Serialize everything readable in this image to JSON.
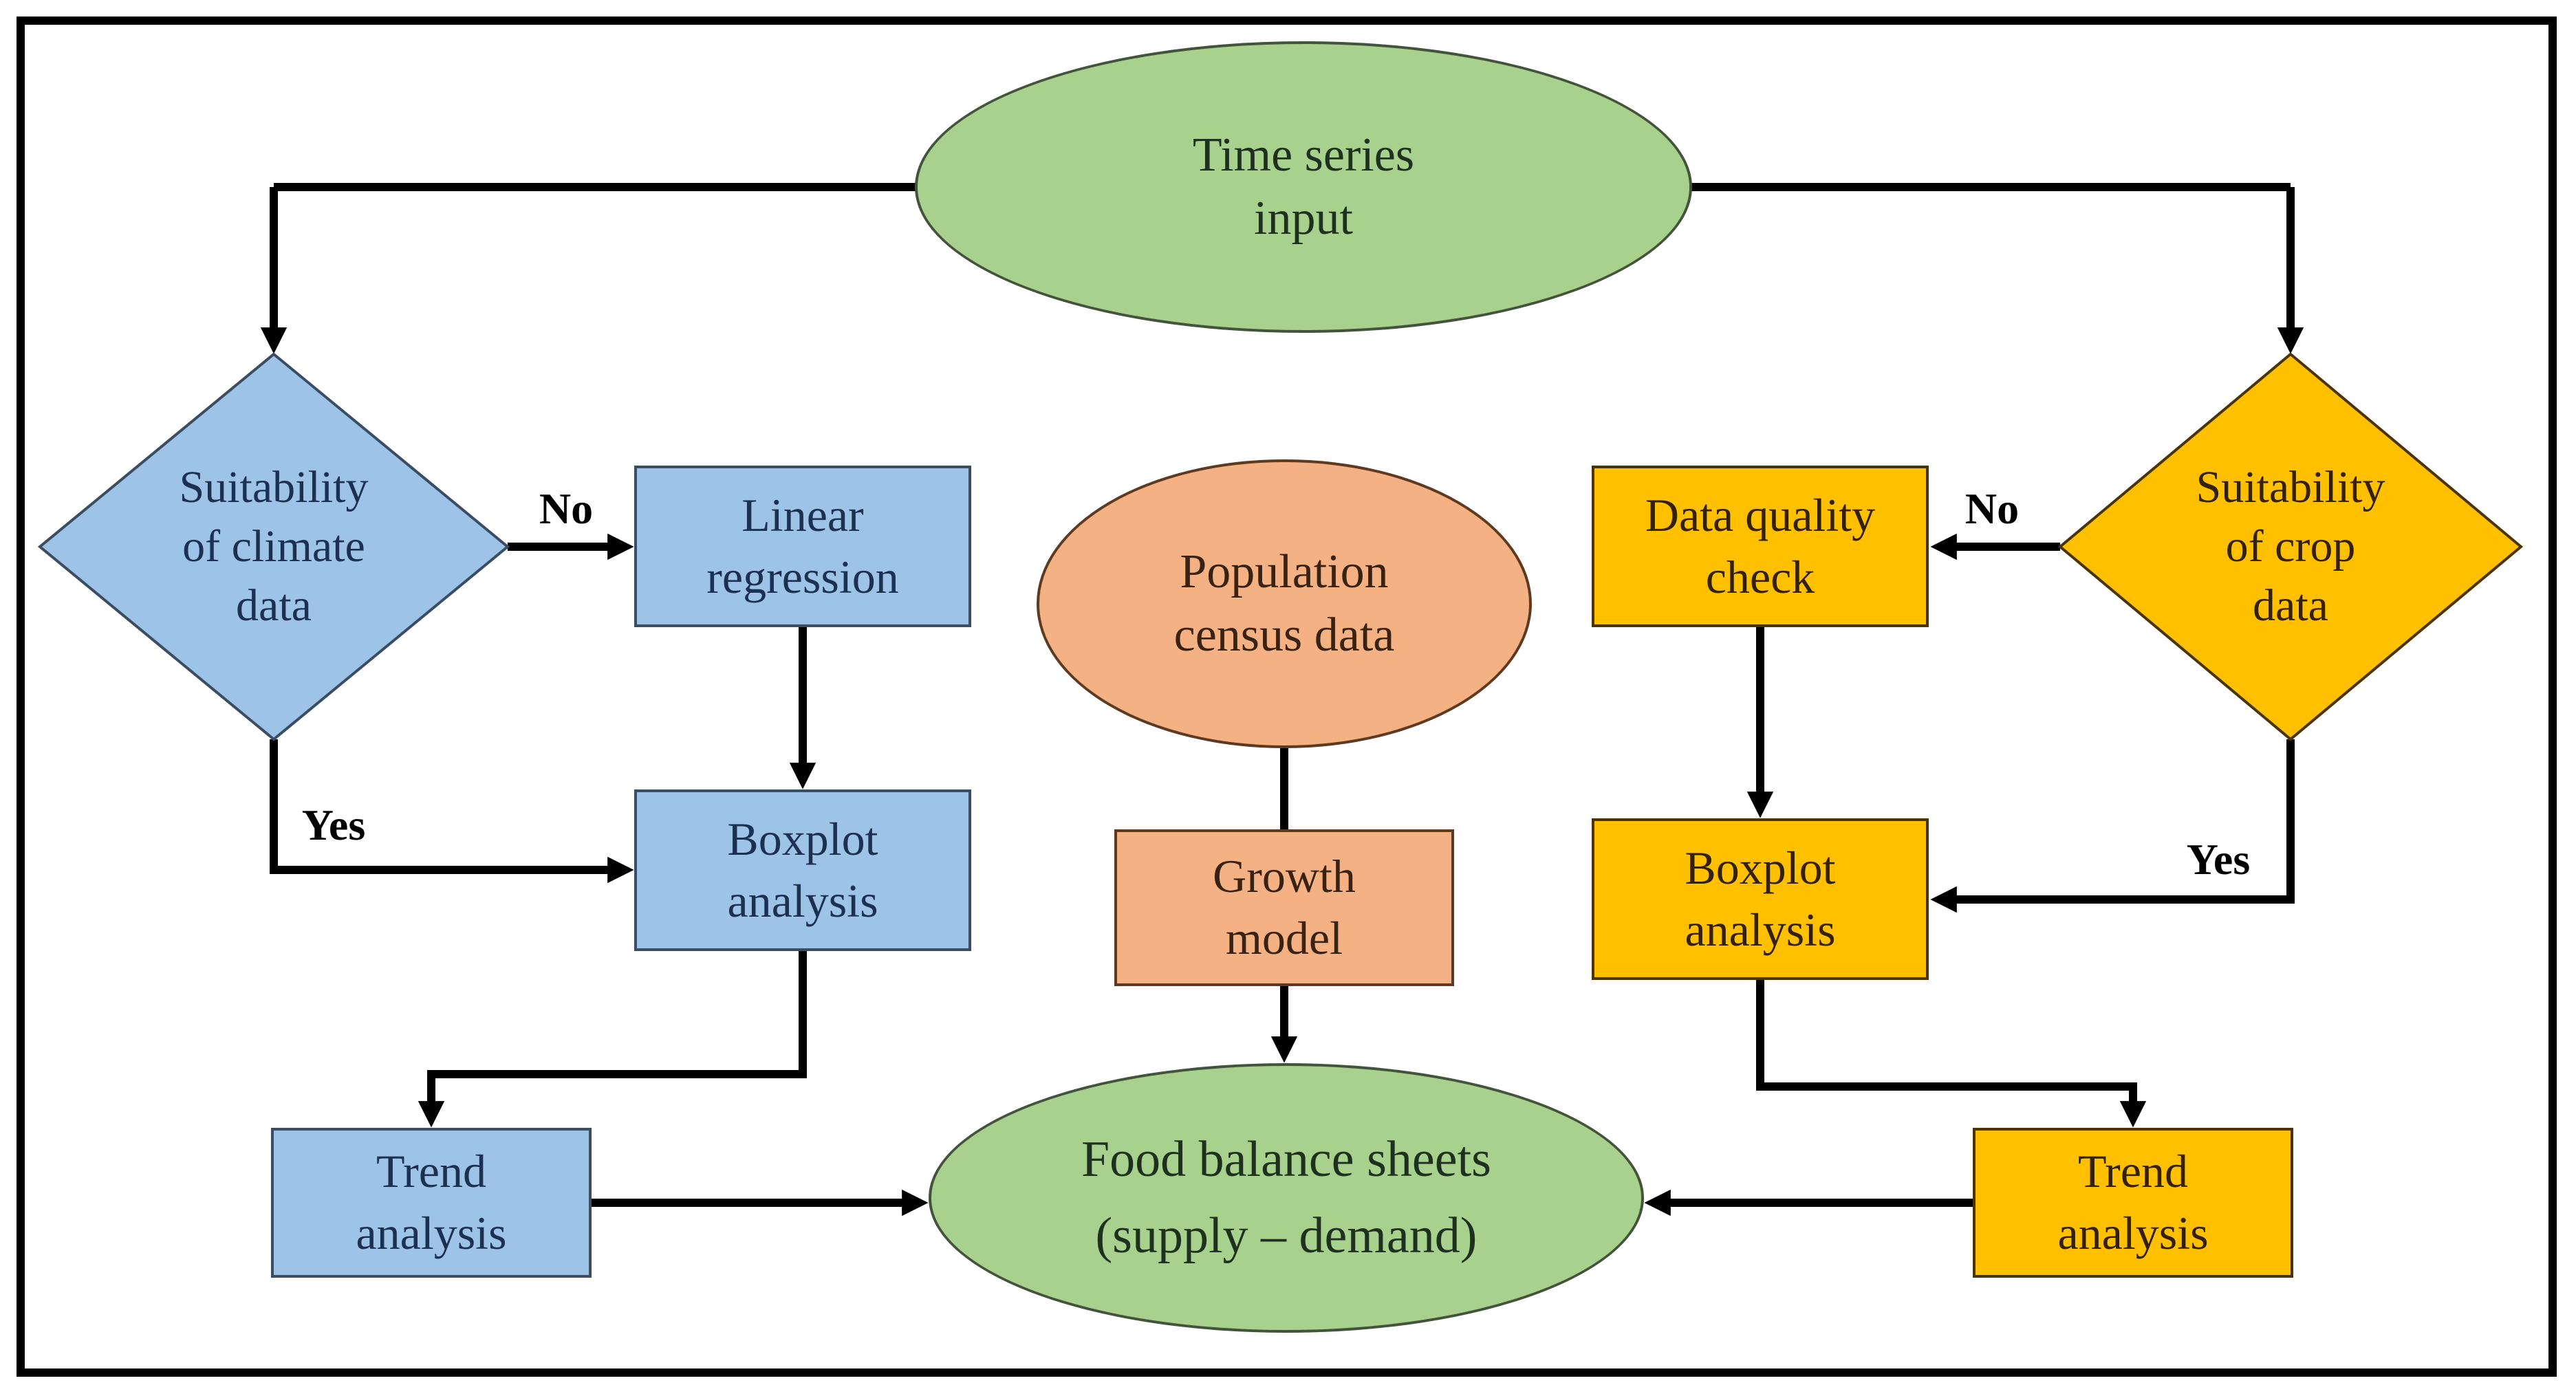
{
  "colors": {
    "green": "#a9d18e",
    "blue": "#9dc3e6",
    "peach": "#f4b183",
    "gold": "#ffc000",
    "line": "#000000"
  },
  "nodes": {
    "time_series": {
      "label": "Time series\ninput",
      "shape": "ellipse",
      "color": "green"
    },
    "suitability_climate": {
      "label": "Suitability\nof climate\ndata",
      "shape": "diamond",
      "color": "blue"
    },
    "linear_regression": {
      "label": "Linear\nregression",
      "shape": "rect",
      "color": "blue"
    },
    "boxplot_left": {
      "label": "Boxplot\nanalysis",
      "shape": "rect",
      "color": "blue"
    },
    "trend_left": {
      "label": "Trend\nanalysis",
      "shape": "rect",
      "color": "blue"
    },
    "population_census": {
      "label": "Population\ncensus data",
      "shape": "ellipse",
      "color": "peach"
    },
    "growth_model": {
      "label": "Growth\nmodel",
      "shape": "rect",
      "color": "peach"
    },
    "food_balance": {
      "label": "Food balance sheets\n(supply – demand)",
      "shape": "ellipse",
      "color": "green"
    },
    "data_quality": {
      "label": "Data quality\ncheck",
      "shape": "rect",
      "color": "gold"
    },
    "suitability_crop": {
      "label": "Suitability\nof crop\ndata",
      "shape": "diamond",
      "color": "gold"
    },
    "boxplot_right": {
      "label": "Boxplot\nanalysis",
      "shape": "rect",
      "color": "gold"
    },
    "trend_right": {
      "label": "Trend\nanalysis",
      "shape": "rect",
      "color": "gold"
    }
  },
  "edge_labels": {
    "left_no": "No",
    "left_yes": "Yes",
    "right_no": "No",
    "right_yes": "Yes"
  },
  "edges": [
    {
      "from": "time_series",
      "to": "suitability_climate",
      "label": ""
    },
    {
      "from": "time_series",
      "to": "suitability_crop",
      "label": ""
    },
    {
      "from": "suitability_climate",
      "to": "linear_regression",
      "label": "No"
    },
    {
      "from": "suitability_climate",
      "to": "boxplot_left",
      "label": "Yes"
    },
    {
      "from": "linear_regression",
      "to": "boxplot_left",
      "label": ""
    },
    {
      "from": "boxplot_left",
      "to": "trend_left",
      "label": ""
    },
    {
      "from": "trend_left",
      "to": "food_balance",
      "label": ""
    },
    {
      "from": "population_census",
      "to": "growth_model",
      "label": ""
    },
    {
      "from": "growth_model",
      "to": "food_balance",
      "label": ""
    },
    {
      "from": "suitability_crop",
      "to": "data_quality",
      "label": "No"
    },
    {
      "from": "suitability_crop",
      "to": "boxplot_right",
      "label": "Yes"
    },
    {
      "from": "data_quality",
      "to": "boxplot_right",
      "label": ""
    },
    {
      "from": "boxplot_right",
      "to": "trend_right",
      "label": ""
    },
    {
      "from": "trend_right",
      "to": "food_balance",
      "label": ""
    }
  ]
}
